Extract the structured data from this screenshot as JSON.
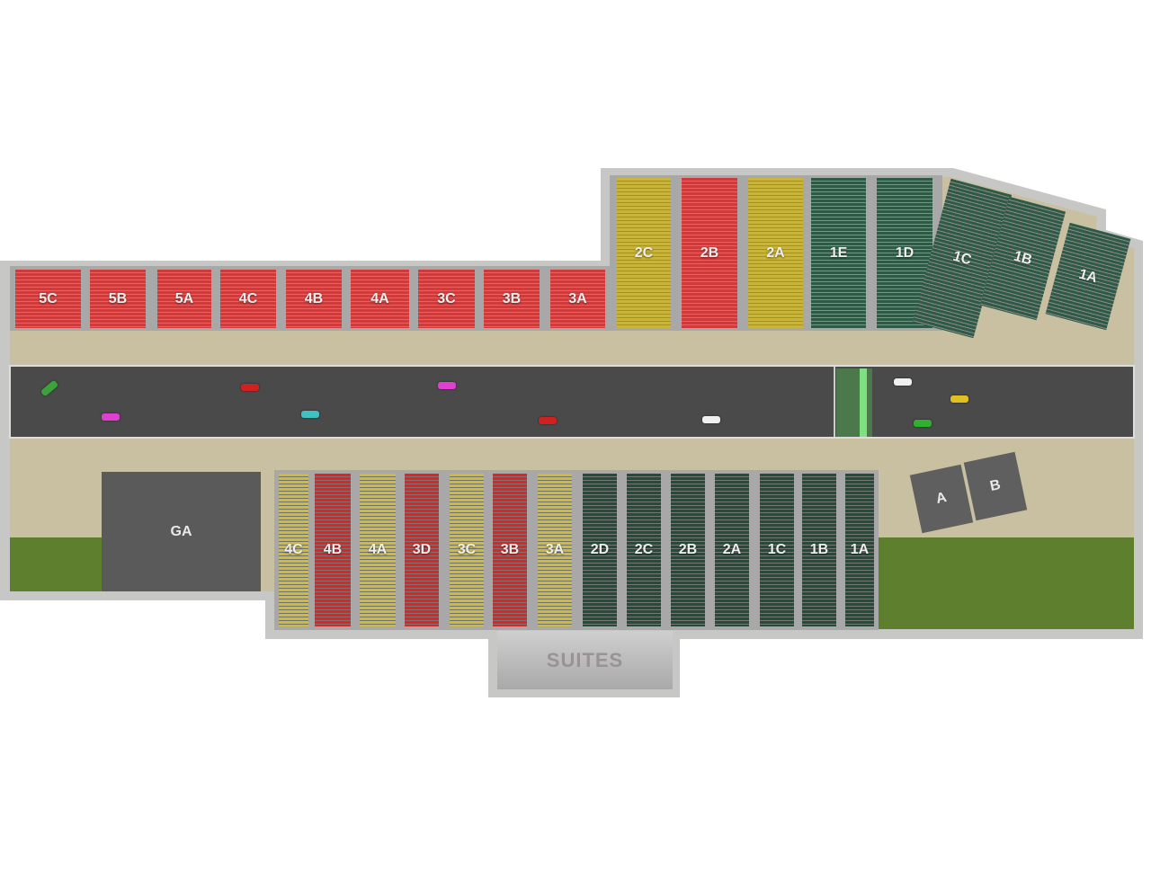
{
  "top_row": [
    {
      "label": "5C",
      "color": "red"
    },
    {
      "label": "5B",
      "color": "red"
    },
    {
      "label": "5A",
      "color": "red"
    },
    {
      "label": "4C",
      "color": "red"
    },
    {
      "label": "4B",
      "color": "red"
    },
    {
      "label": "4A",
      "color": "red"
    },
    {
      "label": "3C",
      "color": "red"
    },
    {
      "label": "3B",
      "color": "red"
    },
    {
      "label": "3A",
      "color": "red"
    }
  ],
  "top_tall": [
    {
      "label": "2C",
      "color": "yellow"
    },
    {
      "label": "2B",
      "color": "red"
    },
    {
      "label": "2A",
      "color": "yellow"
    },
    {
      "label": "1E",
      "color": "green"
    },
    {
      "label": "1D",
      "color": "green"
    }
  ],
  "top_angled": [
    {
      "label": "1C",
      "color": "green"
    },
    {
      "label": "1B",
      "color": "green"
    },
    {
      "label": "1A",
      "color": "green"
    }
  ],
  "bottom_row": [
    {
      "label": "4C",
      "color": "yellow"
    },
    {
      "label": "4B",
      "color": "red"
    },
    {
      "label": "4A",
      "color": "yellow"
    },
    {
      "label": "3D",
      "color": "red"
    },
    {
      "label": "3C",
      "color": "yellow"
    },
    {
      "label": "3B",
      "color": "red"
    },
    {
      "label": "3A",
      "color": "yellow"
    },
    {
      "label": "2D",
      "color": "green"
    },
    {
      "label": "2C",
      "color": "green"
    },
    {
      "label": "2B",
      "color": "green"
    },
    {
      "label": "2A",
      "color": "green"
    },
    {
      "label": "1C",
      "color": "green"
    },
    {
      "label": "1B",
      "color": "green"
    },
    {
      "label": "1A",
      "color": "green"
    }
  ],
  "areas": {
    "ga": "GA",
    "a": "A",
    "b": "B",
    "suites": "SUITES"
  },
  "cars": [
    "#3aa33a",
    "#e040d0",
    "#d02020",
    "#40c0c0",
    "#e040d0",
    "#d02020",
    "#f0f0f0",
    "#f0f0f0",
    "#e0c020",
    "#30b030"
  ],
  "colors": {
    "red": "#cf3b3b",
    "yellow": "#c9b53c",
    "green": "#2f5a45",
    "track": "#4a4a4a",
    "grass": "#5d7f2e",
    "apron": "#c9c0a2"
  }
}
